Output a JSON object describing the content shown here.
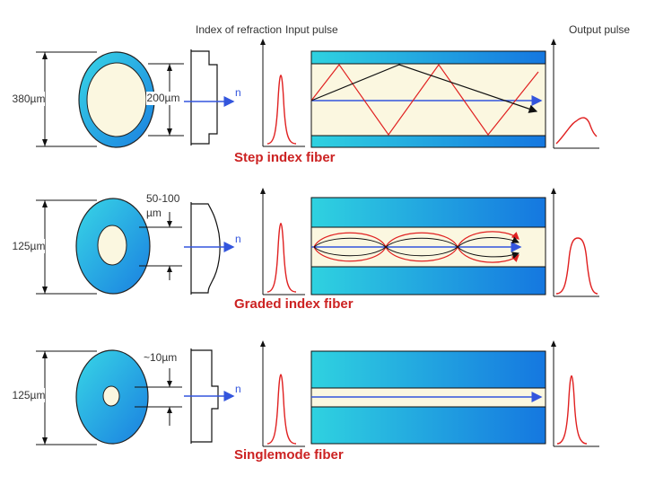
{
  "headers": {
    "index_of_refraction": "Index of refraction",
    "input_pulse": "Input pulse",
    "output_pulse": "Output pulse"
  },
  "colors": {
    "cladding": "#1aa3e8",
    "core": "#fbf7e0",
    "ray": "#e02020",
    "axis": "#3355dd",
    "black": "#111111"
  },
  "fibers": [
    {
      "caption": "Step index fiber",
      "outer_diameter": "380µm",
      "core_diameter": "200µm",
      "axis_label": "n"
    },
    {
      "caption": "Graded index fiber",
      "outer_diameter": "125µm",
      "core_diameter_line1": "50-100",
      "core_diameter_line2": "µm",
      "axis_label": "n"
    },
    {
      "caption": "Singlemode fiber",
      "outer_diameter": "125µm",
      "core_diameter": "~10µm",
      "axis_label": "n"
    }
  ]
}
